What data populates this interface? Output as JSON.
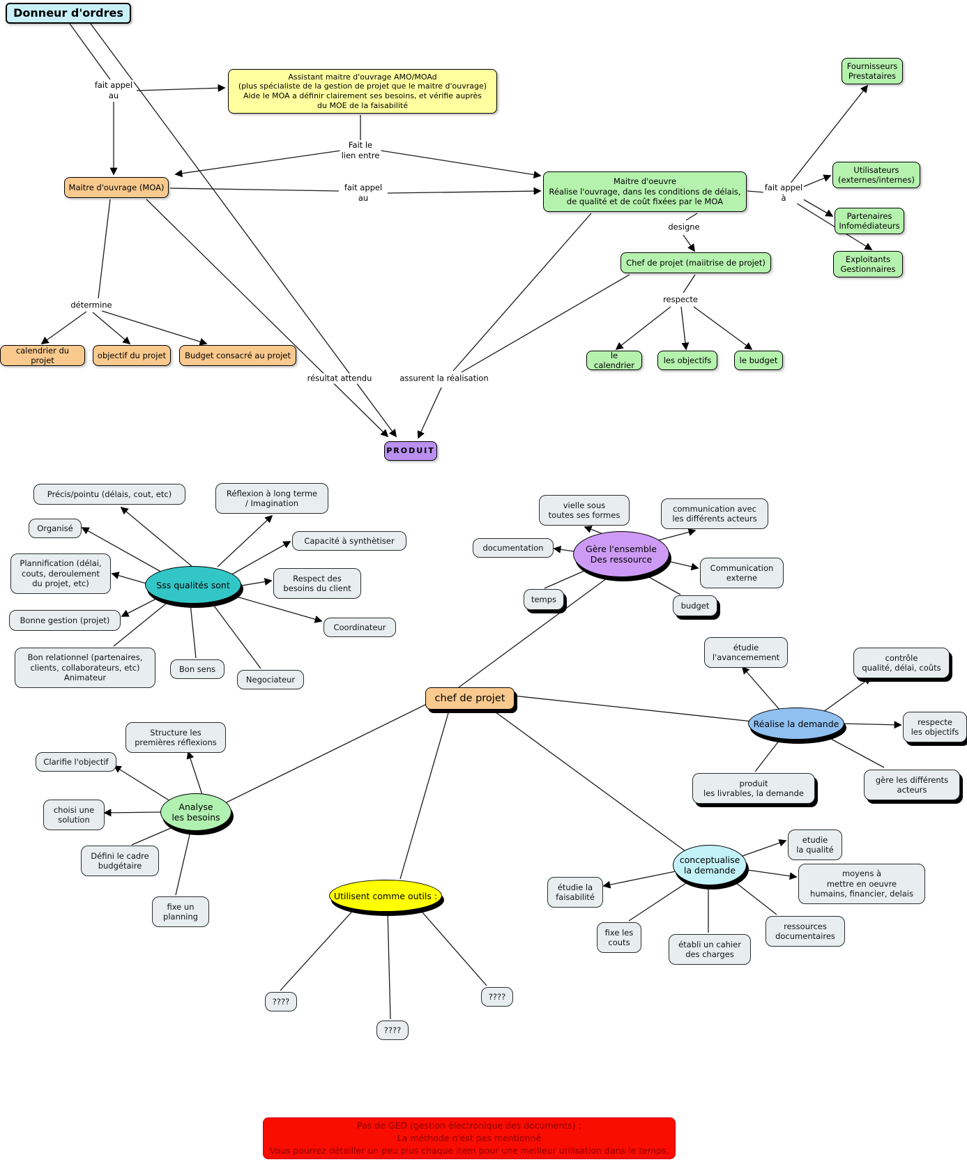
{
  "colors": {
    "donneur_bg": "#c8f0f8",
    "assistant_bg": "#ffffa0",
    "moa_bg": "#f9c98e",
    "moe_bg": "#b5f2ae",
    "produit_bg": "#b98ff0",
    "item_bg": "#e8eef0",
    "qualites_bg": "#33c6c6",
    "ressources_bg": "#cd9bf5",
    "analyse_bg": "#b0f0b0",
    "outils_bg": "#ffff00",
    "realise_bg": "#90c0f0",
    "conceptualise_bg": "#c2f2f8",
    "note_bg": "#f90d00",
    "note_text": "#8b0000"
  },
  "top": {
    "donneur": "Donneur d'ordres",
    "assistant": "Assistant maitre d'ouvrage AMO/MOAd\n(plus spécialiste de la gestion de projet que le maitre d'ouvrage)\nAide le MOA a définir clairement ses besoins, et vérifie auprès\ndu MOE de la faisabilité",
    "moa": "Maitre d'ouvrage (MOA)",
    "moe": "Maitre d'oeuvre\nRéalise l'ouvrage, dans les conditions de délais,\nde qualité et de coût fixées par le MOA",
    "fournisseurs": "Fournisseurs\nPrestataires",
    "utilisateurs": "Utilisateurs\n(externes/internes)",
    "partenaires": "Partenaires\nInfomédiateurs",
    "exploitants": "Exploitants\nGestionnaires",
    "chef_projet": "Chef de projet (maiitrise de projet)",
    "le_calendrier": "le calendrier",
    "les_objectifs": "les objectifs",
    "le_budget": "le budget",
    "calendrier_projet": "calendrier du projet",
    "objectif_projet": "objectif du projet",
    "budget_projet": "Budget consacré au projet",
    "produit": "PRODUIT"
  },
  "edge_labels": {
    "fait_appel_au_1": "fait appel\nau",
    "fait_le_lien": "Fait le\nlien entre",
    "fait_appel_au_2": "fait appel\nau",
    "fait_appel_a": "fait appel\nà",
    "designe": "designe",
    "respecte": "respecte",
    "determine": "détermine",
    "resultat": "résultat attendu",
    "assurent": "assurent la réalisation"
  },
  "map": {
    "chef": "chef de projet",
    "qualites": {
      "label": "Sss qualités sont",
      "items": {
        "precis": "Précis/pointu (délais,  cout, etc)",
        "organise": "Organisé",
        "plannification": "Plannification (délai,\ncouts, deroulement\ndu projet, etc)",
        "bonne_gestion": "Bonne gestion (projet)",
        "bon_relationnel": "Bon relationnel (partenaires,\nclients, collaborateurs, etc)\nAnimateur",
        "bon_sens": "Bon sens",
        "negociateur": "Negociateur",
        "coordinateur": "Coordinateur",
        "respect_besoins": "Respect des\nbesoins du client",
        "capacite": "Capacité à synthètiser",
        "reflexion": "Réflexion à long terme\n/ Imagination"
      }
    },
    "ressources": {
      "label": "Gère l'ensemble\nDes ressource",
      "items": {
        "vielle": "vielle sous\ntoutes ses formes",
        "communication_acteurs": "communication avec\nles différents acteurs",
        "documentation": "documentation",
        "communication_externe": "Communication\nexterne",
        "temps": "temps",
        "budget": "budget"
      }
    },
    "realise": {
      "label": "Réalise la demande",
      "items": {
        "avancement": "étudie\nl'avancemement",
        "controle": "contrôle\nqualité, délai, coûts",
        "objectifs": "respecte\nles objectifs",
        "acteurs": "gère les différents\nacteurs",
        "livrables": "produit\nles livrables, la demande"
      }
    },
    "analyse": {
      "label": "Analyse\nles besoins",
      "items": {
        "structure": "Structure les\npremières réflexions",
        "clarifie": "Clarifie l'objectif",
        "choisi": "choisi une\nsolution",
        "cadre": "Défini le cadre\nbudgétaire",
        "planning": "fixe un\nplanning"
      }
    },
    "outils": {
      "label": "Utilisent comme outils :",
      "items": {
        "q1": "????",
        "q2": "????",
        "q3": "????"
      }
    },
    "conceptualise": {
      "label": "conceptualise\nla demande",
      "items": {
        "qualite": "etudie\nla qualité",
        "moyens": "moyens à\nmettre en oeuvre\nhumains, financier, delais",
        "faisabilite": "étudie la\nfaisabilité",
        "couts": "fixe les\ncouts",
        "cahier": "établi un cahier\ndes charges",
        "ressources_doc": "ressources\ndocumentaires"
      }
    }
  },
  "note": "Pas de GED (gestion électronique des documents) ;\nLa méthode n'est pas mentionné\nVous pourrez détailler un peu plus chaque item pour une meilleur utilisation dans le temps."
}
